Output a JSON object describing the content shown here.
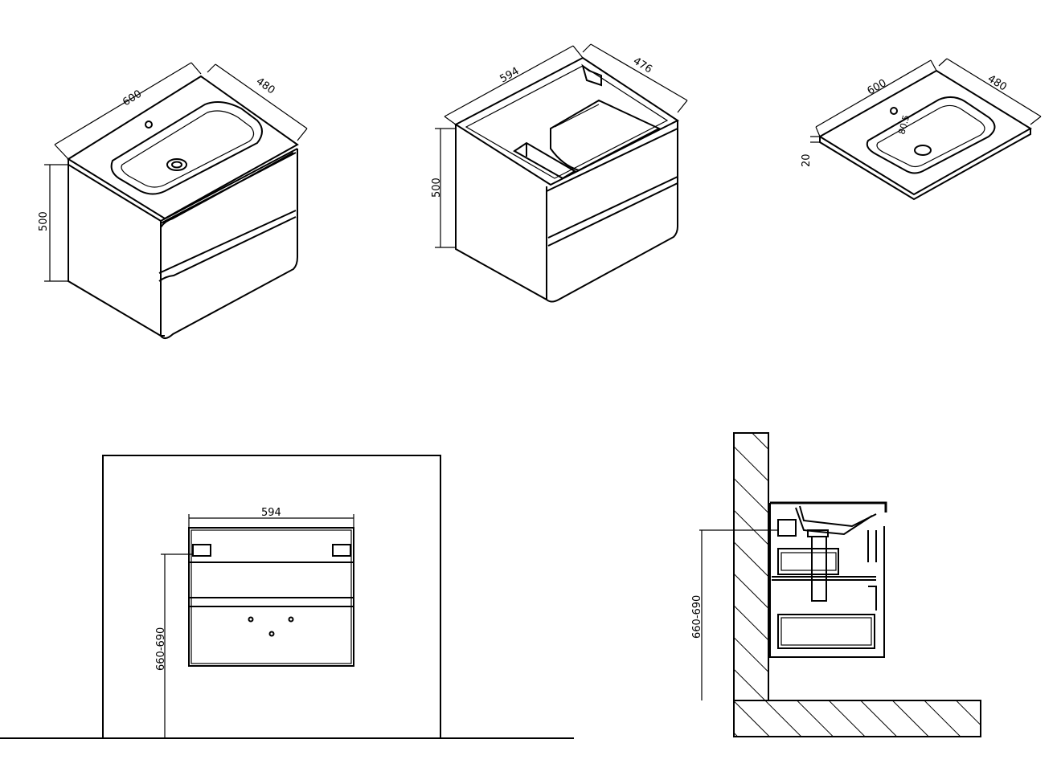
{
  "views": {
    "cabinet_with_basin": {
      "width": "600",
      "depth": "480",
      "height": "500"
    },
    "cabinet_only": {
      "width": "594",
      "depth": "476",
      "height": "500"
    },
    "basin_only": {
      "width": "600",
      "depth": "480",
      "thickness": "20",
      "small": "80.5"
    },
    "front_wall": {
      "width": "594",
      "mount_height": "660-690"
    },
    "side_section": {
      "mount_height": "660-690"
    }
  }
}
